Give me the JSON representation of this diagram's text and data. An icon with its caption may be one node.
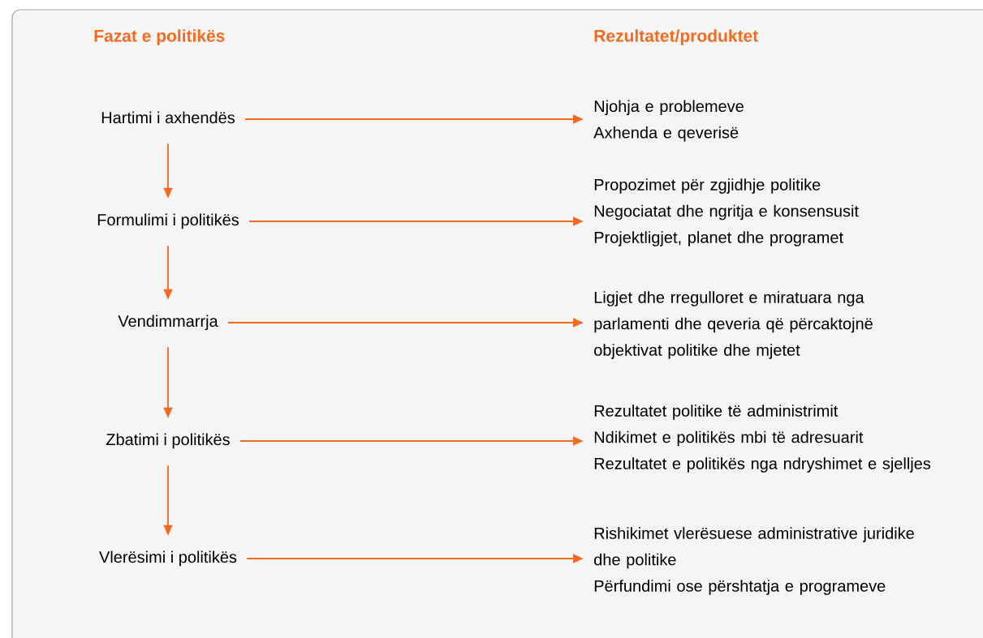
{
  "diagram": {
    "nodes": [
      {
        "text": [
          "Hartimi i axhendës"
        ]
      },
      {
        "text": [
          "Formulimi i politikës"
        ]
      },
      {
        "text": [
          "Vendimmarrja"
        ]
      },
      {
        "text": [
          "Zbatimi i politikës"
        ]
      },
      {
        "text": [
          "Vlerësimi i politikës"
        ]
      },
      {
        "text": [
          "Njohja e problemeve",
          "Axhenda e qeverisë"
        ]
      },
      {
        "text": [
          "Propozimet për zgjidhje politike",
          "Negociatat dhe ngritja e konsensusit",
          "Projektligjet, planet dhe programet"
        ]
      },
      {
        "text": [
          "Ligjet dhe rregulloret e miratuara nga parlamenti dhe qeveria që përcaktojnë objektivat politike dhe mjetet"
        ]
      },
      {
        "text": [
          "Rezultatet politike të administrimit",
          "Ndikimet e politikës mbi të adresuarit",
          "Rezultatet e politikës nga ndryshimet e sjelljes"
        ]
      },
      {
        "text": [
          "Rishikimet vlerësuese administrative juridike dhe politike",
          "Përfundimi ose përshtatja e programeve"
        ]
      }
    ],
    "edges": [
      {
        "from": 0,
        "to": 5,
        "arrow": "to"
      },
      {
        "from": 0,
        "to": 1,
        "arrow": "to"
      },
      {
        "from": 1,
        "to": 6,
        "arrow": "to"
      },
      {
        "from": 1,
        "to": 2,
        "arrow": "to"
      },
      {
        "from": 2,
        "to": 7,
        "arrow": "to"
      },
      {
        "from": 2,
        "to": 3,
        "arrow": "to"
      },
      {
        "from": 3,
        "to": 8,
        "arrow": "to"
      },
      {
        "from": 3,
        "to": 4,
        "arrow": "to"
      },
      {
        "from": 4,
        "to": 9,
        "arrow": "to"
      }
    ],
    "labels": [
      "Fazat e politikës",
      "Rezultatet/produktet"
    ]
  }
}
